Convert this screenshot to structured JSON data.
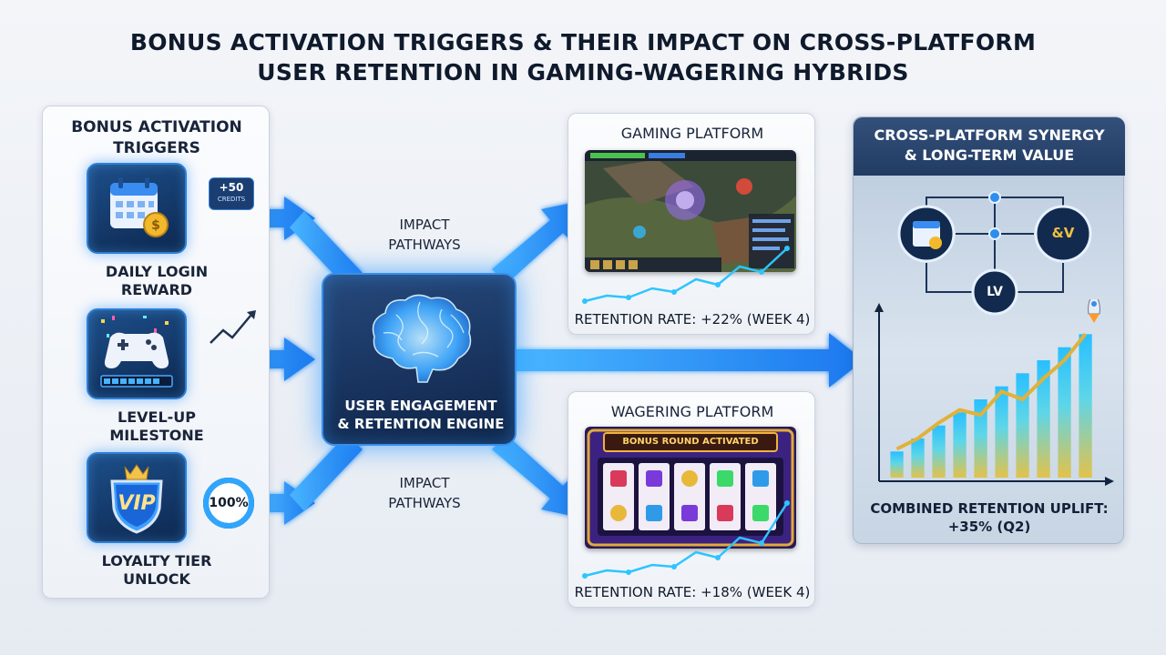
{
  "title": {
    "line1": "BONUS ACTIVATION TRIGGERS & THEIR IMPACT ON CROSS-PLATFORM",
    "line2": "USER RETENTION IN GAMING-WAGERING HYBRIDS"
  },
  "triggers": {
    "heading_line1": "BONUS ACTIVATION",
    "heading_line2": "TRIGGERS",
    "items": [
      {
        "label_line1": "DAILY LOGIN",
        "label_line2": "REWARD",
        "icon": "calendar-coin-icon",
        "badge_line1": "+50",
        "badge_line2": "CREDITS"
      },
      {
        "label_line1": "LEVEL-UP",
        "label_line2": "MILESTONE",
        "icon": "gamepad-progress-icon"
      },
      {
        "label_line1": "LOYALTY TIER",
        "label_line2": "UNLOCK",
        "icon": "vip-shield-icon",
        "vip_text": "VIP",
        "ring_text": "100%",
        "ring_progress": 1.0
      }
    ]
  },
  "impact": {
    "top_line1": "IMPACT",
    "top_line2": "PATHWAYS",
    "bottom_line1": "IMPACT",
    "bottom_line2": "PATHWAYS"
  },
  "engine": {
    "label_line1": "USER ENGAGEMENT",
    "label_line2": "& RETENTION ENGINE",
    "icon": "brain-icon"
  },
  "gaming": {
    "title": "GAMING PLATFORM",
    "metric": "RETENTION RATE: +22% (WEEK 4)"
  },
  "wagering": {
    "title": "WAGERING PLATFORM",
    "banner": "BONUS ROUND ACTIVATED",
    "metric": "RETENTION RATE: +18% (WEEK 4)"
  },
  "synergy": {
    "title_line1": "CROSS-PLATFORM SYNERGY",
    "title_line2": "& LONG-TERM VALUE",
    "node_right": "&V",
    "node_bottom": "LV",
    "metric_line1": "COMBINED RETENTION UPLIFT:",
    "metric_line2": "+35% (Q2)"
  },
  "colors": {
    "accent_blue": "#1e8cff",
    "glow_blue": "#3fb6ff",
    "navy": "#0d2850",
    "gold": "#e6b23a",
    "cyan": "#35d0ff"
  },
  "chart_data": {
    "type": "bar",
    "values": [
      2,
      3,
      4,
      5,
      6,
      7,
      8,
      9,
      10,
      11
    ],
    "trend": [
      2.2,
      3.0,
      4.2,
      5.2,
      4.8,
      6.6,
      6.0,
      7.6,
      9.0,
      11.0
    ]
  }
}
